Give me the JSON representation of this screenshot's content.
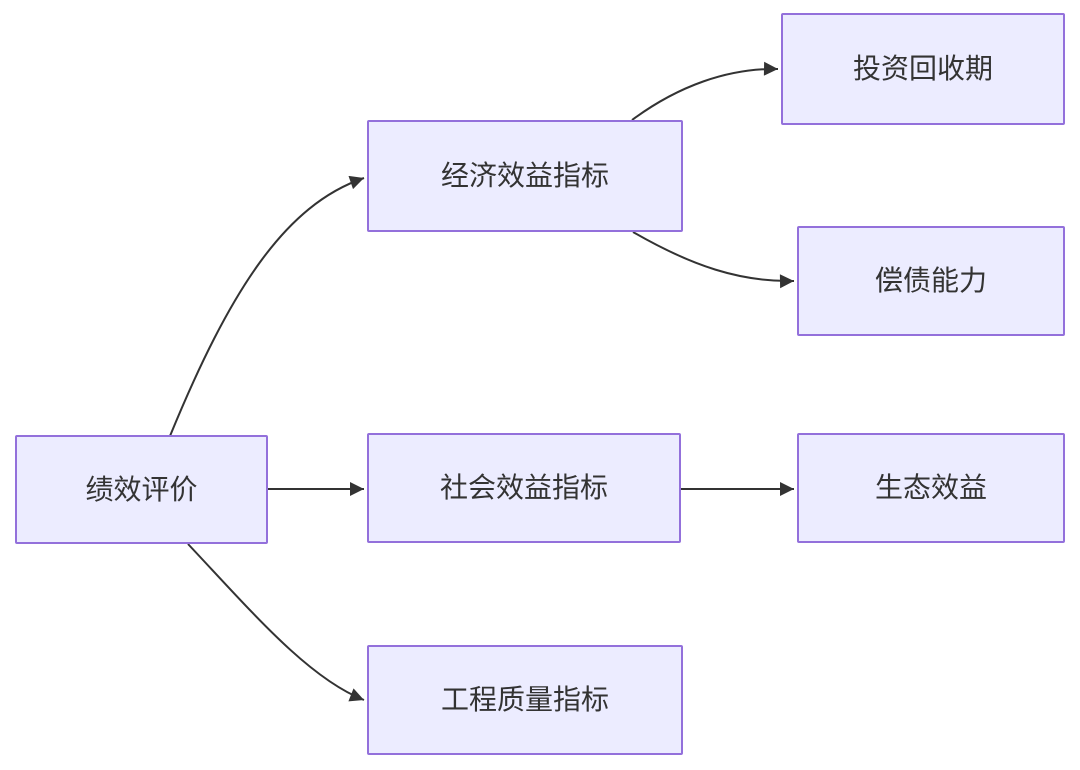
{
  "diagram": {
    "type": "flowchart",
    "direction": "left-to-right",
    "colors": {
      "node_fill": "#ECECFF",
      "node_border": "#9370DB",
      "edge_color": "#333333",
      "text_color": "#333333",
      "background": "#FFFFFF"
    },
    "nodes": [
      {
        "id": "root",
        "label": "绩效评价"
      },
      {
        "id": "economic",
        "label": "经济效益指标"
      },
      {
        "id": "social",
        "label": "社会效益指标"
      },
      {
        "id": "quality",
        "label": "工程质量指标"
      },
      {
        "id": "payback",
        "label": "投资回收期"
      },
      {
        "id": "debt",
        "label": "偿债能力"
      },
      {
        "id": "eco",
        "label": "生态效益"
      }
    ],
    "edges": [
      {
        "from": "绩效评价",
        "to": "经济效益指标"
      },
      {
        "from": "绩效评价",
        "to": "社会效益指标"
      },
      {
        "from": "绩效评价",
        "to": "工程质量指标"
      },
      {
        "from": "经济效益指标",
        "to": "投资回收期"
      },
      {
        "from": "经济效益指标",
        "to": "偿债能力"
      },
      {
        "from": "社会效益指标",
        "to": "生态效益"
      }
    ]
  }
}
